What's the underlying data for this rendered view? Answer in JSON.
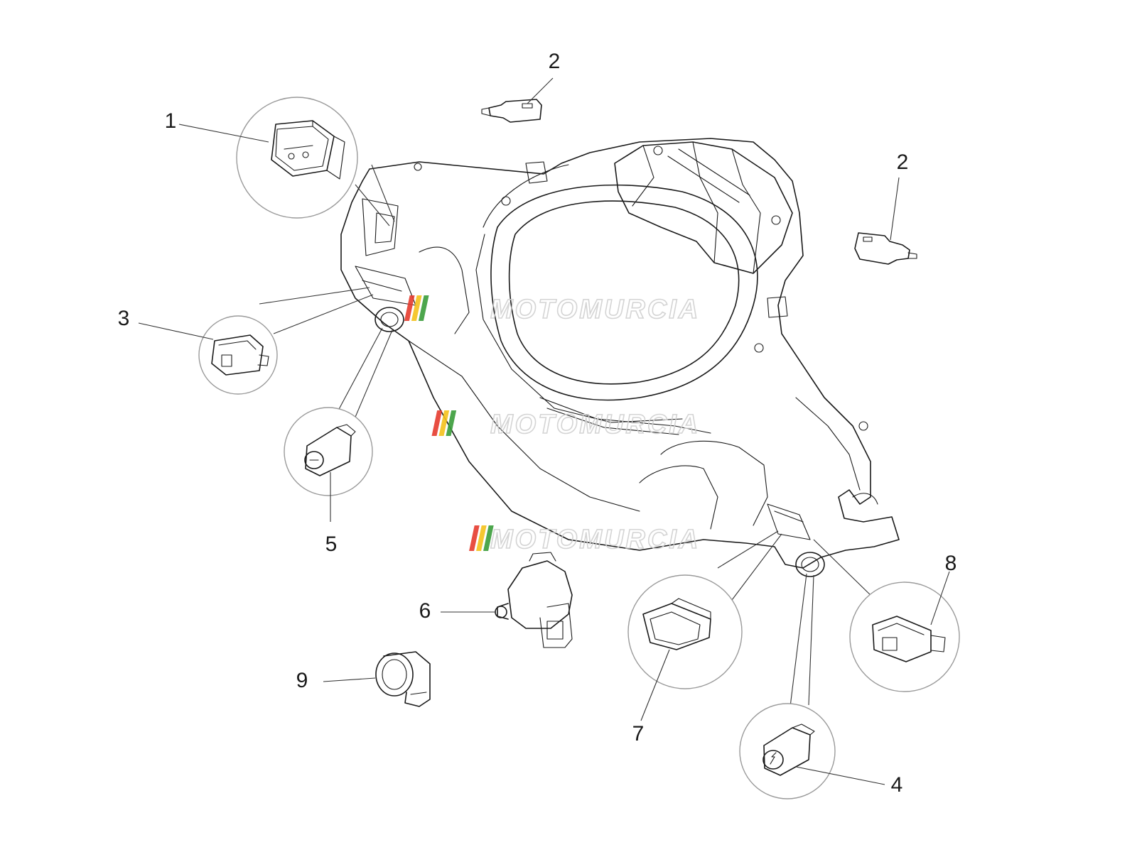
{
  "diagram": {
    "callouts": [
      {
        "id": "1",
        "label": "1",
        "part": "rocker-switch"
      },
      {
        "id": "2a",
        "label": "2",
        "part": "bulb-holder"
      },
      {
        "id": "2b",
        "label": "2",
        "part": "bulb-holder"
      },
      {
        "id": "3",
        "label": "3",
        "part": "push-switch"
      },
      {
        "id": "4",
        "label": "4",
        "part": "start-button"
      },
      {
        "id": "5",
        "label": "5",
        "part": "key-switch"
      },
      {
        "id": "6",
        "label": "6",
        "part": "ignition-lock"
      },
      {
        "id": "7",
        "label": "7",
        "part": "switch-cover"
      },
      {
        "id": "8",
        "label": "8",
        "part": "push-switch"
      },
      {
        "id": "9",
        "label": "9",
        "part": "lock-ring"
      }
    ]
  },
  "watermark": {
    "text": "MOTOMURCIA",
    "stripe_colors": [
      "#e63b2e",
      "#f4c21b",
      "#3a9d3a"
    ],
    "outline_color": "#d0d0d0"
  }
}
